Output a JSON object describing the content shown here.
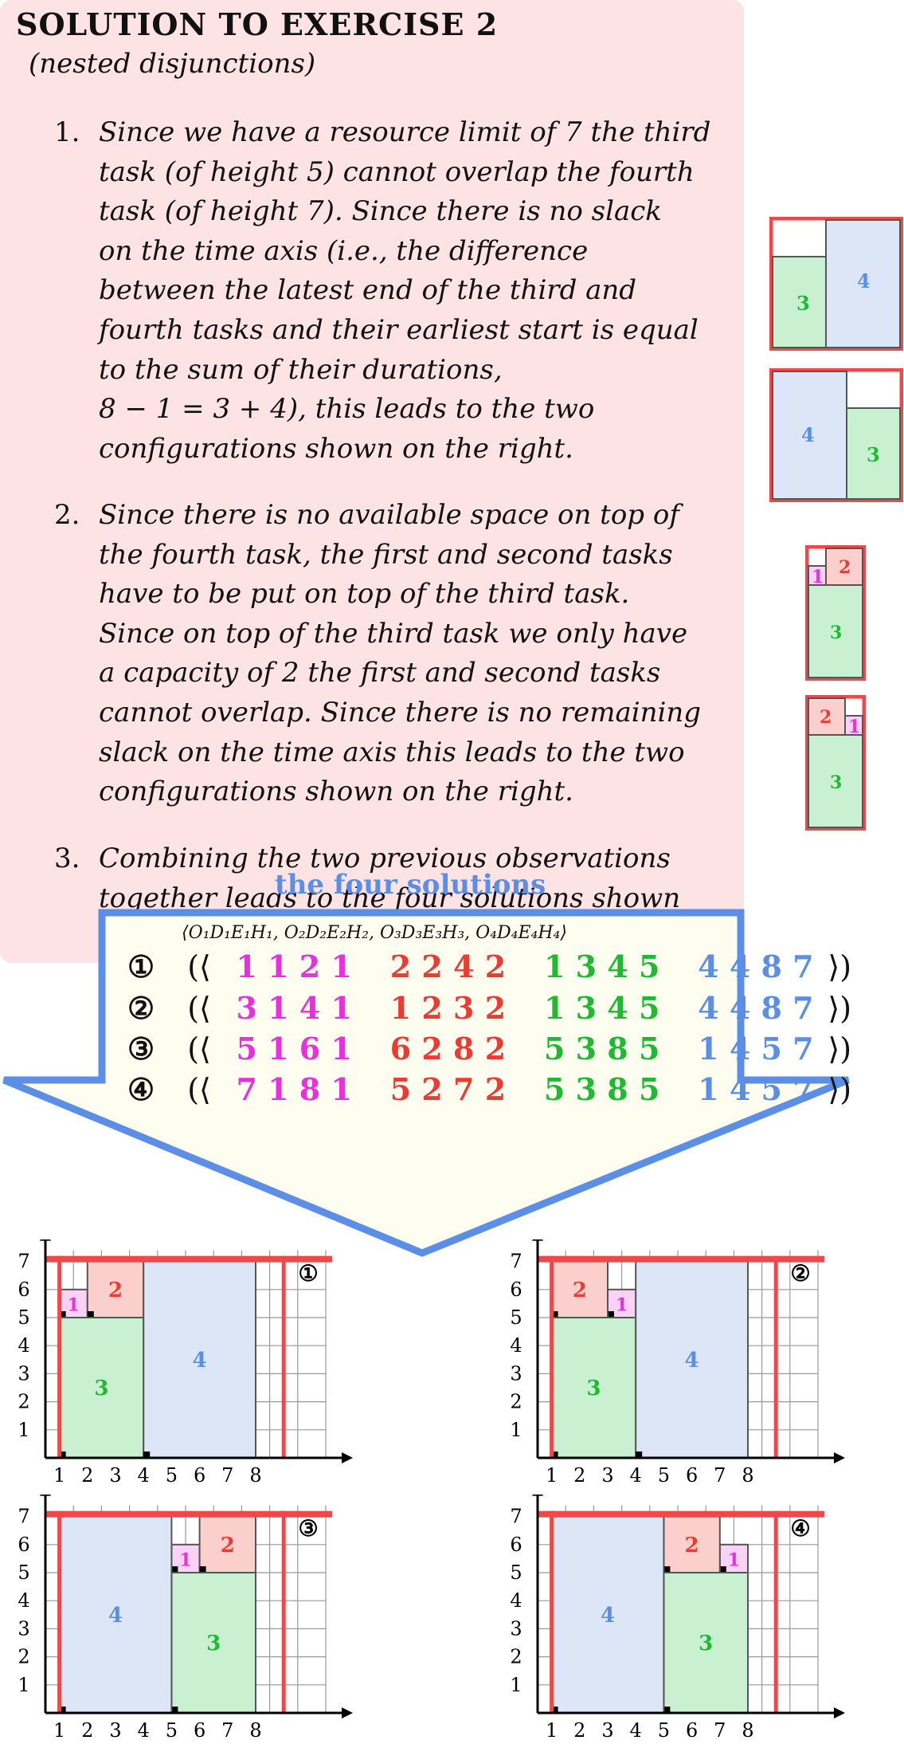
{
  "header": {
    "title": "SOLUTION TO EXERCISE 2",
    "subtitle": "(nested disjunctions)"
  },
  "items": [
    {
      "number": "1.",
      "lines": [
        "Since we have a resource limit of 7 the third",
        "task (of height 5) cannot overlap the fourth",
        "task (of height 7).  Since there is no slack",
        "on the time axis (i.e., the difference",
        "between the latest end of the third and",
        "fourth tasks and their earliest start is equal",
        "to the sum of their durations,",
        "8 − 1 = 3 + 4), this leads to the two",
        "configurations shown on the right."
      ]
    },
    {
      "number": "2.",
      "lines": [
        "Since there is no available space on top of",
        "the fourth task, the first and second tasks",
        "have to be put on top of the third task.",
        "Since on top of the third task we only have",
        "a capacity of 2 the first and second tasks",
        "cannot overlap.  Since there is no remaining",
        "slack on the time axis this leads to the two",
        "configurations shown on the right."
      ]
    },
    {
      "number": "3.",
      "lines": [
        "Combining the two previous observations",
        "together leads to the four solutions shown"
      ]
    }
  ],
  "solutions": {
    "title": "the four solutions",
    "header": "⟨O₁D₁E₁H₁, O₂D₂E₂H₂, O₃D₃E₃H₃, O₄D₄E₄H₄⟩",
    "rows": [
      {
        "marker": "①",
        "open": "(⟨",
        "t1": "1 1 2 1",
        "t2": "2 2 4 2",
        "t3": "1 3 4 5",
        "t4": "4 4 8 7",
        "close": "⟩)"
      },
      {
        "marker": "②",
        "open": "(⟨",
        "t1": "3 1 4 1",
        "t2": "1 2 3 2",
        "t3": "1 3 4 5",
        "t4": "4 4 8 7",
        "close": "⟩)"
      },
      {
        "marker": "③",
        "open": "(⟨",
        "t1": "5 1 6 1",
        "t2": "6 2 8 2",
        "t3": "5 3 8 5",
        "t4": "1 4 5 7",
        "close": "⟩)"
      },
      {
        "marker": "④",
        "open": "(⟨",
        "t1": "7 1 8 1",
        "t2": "5 2 7 2",
        "t3": "5 3 8 5",
        "t4": "1 4 5 7",
        "close": "⟩)"
      }
    ]
  },
  "colors": {
    "task1": "#e830e0",
    "task2": "#ee3a30",
    "task3": "#1cbb30",
    "task4": "#5b8ee6",
    "task1_fill": "#f9d2f5",
    "task2_fill": "#fbd0cc",
    "task3_fill": "#c9f0d0",
    "task4_fill": "#dce6f7",
    "limit": "#f04848",
    "arrow": "#5b8ee6",
    "arrow_fill": "#fdfdf0"
  },
  "side_configs": [
    {
      "labels": [
        "3",
        "4"
      ]
    },
    {
      "labels": [
        "4",
        "3"
      ]
    },
    {
      "labels": [
        "1",
        "2",
        "3"
      ]
    },
    {
      "labels": [
        "2",
        "1",
        "3"
      ]
    }
  ],
  "grids": {
    "y_ticks": [
      "1",
      "2",
      "3",
      "4",
      "5",
      "6",
      "7"
    ],
    "x_ticks": [
      "1",
      "2",
      "3",
      "4",
      "5",
      "6",
      "7",
      "8"
    ],
    "markers": [
      "①",
      "②",
      "③",
      "④"
    ],
    "solutions": [
      {
        "tasks": [
          {
            "id": "1",
            "o": 1,
            "d": 1,
            "h": 1,
            "y": 5
          },
          {
            "id": "2",
            "o": 2,
            "d": 2,
            "h": 2,
            "y": 5
          },
          {
            "id": "3",
            "o": 1,
            "d": 3,
            "h": 5,
            "y": 0
          },
          {
            "id": "4",
            "o": 4,
            "d": 4,
            "h": 7,
            "y": 0
          }
        ]
      },
      {
        "tasks": [
          {
            "id": "1",
            "o": 3,
            "d": 1,
            "h": 1,
            "y": 5
          },
          {
            "id": "2",
            "o": 1,
            "d": 2,
            "h": 2,
            "y": 5
          },
          {
            "id": "3",
            "o": 1,
            "d": 3,
            "h": 5,
            "y": 0
          },
          {
            "id": "4",
            "o": 4,
            "d": 4,
            "h": 7,
            "y": 0
          }
        ]
      },
      {
        "tasks": [
          {
            "id": "1",
            "o": 5,
            "d": 1,
            "h": 1,
            "y": 5
          },
          {
            "id": "2",
            "o": 6,
            "d": 2,
            "h": 2,
            "y": 5
          },
          {
            "id": "3",
            "o": 5,
            "d": 3,
            "h": 5,
            "y": 0
          },
          {
            "id": "4",
            "o": 1,
            "d": 4,
            "h": 7,
            "y": 0
          }
        ]
      },
      {
        "tasks": [
          {
            "id": "1",
            "o": 7,
            "d": 1,
            "h": 1,
            "y": 5
          },
          {
            "id": "2",
            "o": 5,
            "d": 2,
            "h": 2,
            "y": 5
          },
          {
            "id": "3",
            "o": 5,
            "d": 3,
            "h": 5,
            "y": 0
          },
          {
            "id": "4",
            "o": 1,
            "d": 4,
            "h": 7,
            "y": 0
          }
        ]
      }
    ]
  }
}
